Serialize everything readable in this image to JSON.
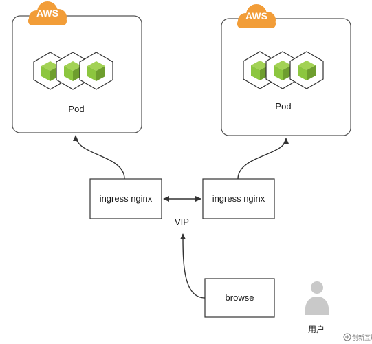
{
  "clusters": [
    {
      "badge": "AWS",
      "pod_label": "Pod"
    },
    {
      "badge": "AWS",
      "pod_label": "Pod"
    }
  ],
  "ingress": [
    {
      "label": "ingress nginx"
    },
    {
      "label": "ingress nginx"
    }
  ],
  "vip_label": "VIP",
  "browse_label": "browse",
  "user_label": "用户",
  "watermark": "创新互联",
  "colors": {
    "aws_orange": "#f29d38",
    "cube_green": "#8cc63f",
    "cube_dark_green": "#5d8a24",
    "box_border": "#333333",
    "cluster_border": "#555555",
    "user_gray": "#c9c9c9"
  }
}
